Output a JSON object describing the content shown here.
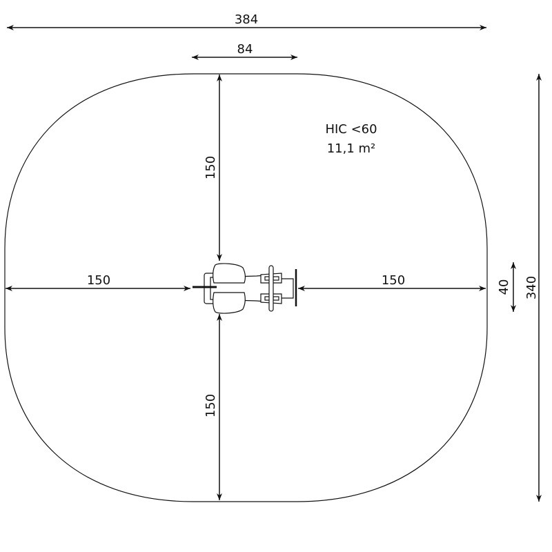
{
  "dimensions": {
    "overall_width": "384",
    "equipment_width": "84",
    "top_clearance": "150",
    "bottom_clearance": "150",
    "left_clearance": "150",
    "right_clearance": "150",
    "equipment_depth": "40",
    "overall_height": "340"
  },
  "surface": {
    "hic": "HIC <60",
    "area": "11,1 m²"
  }
}
